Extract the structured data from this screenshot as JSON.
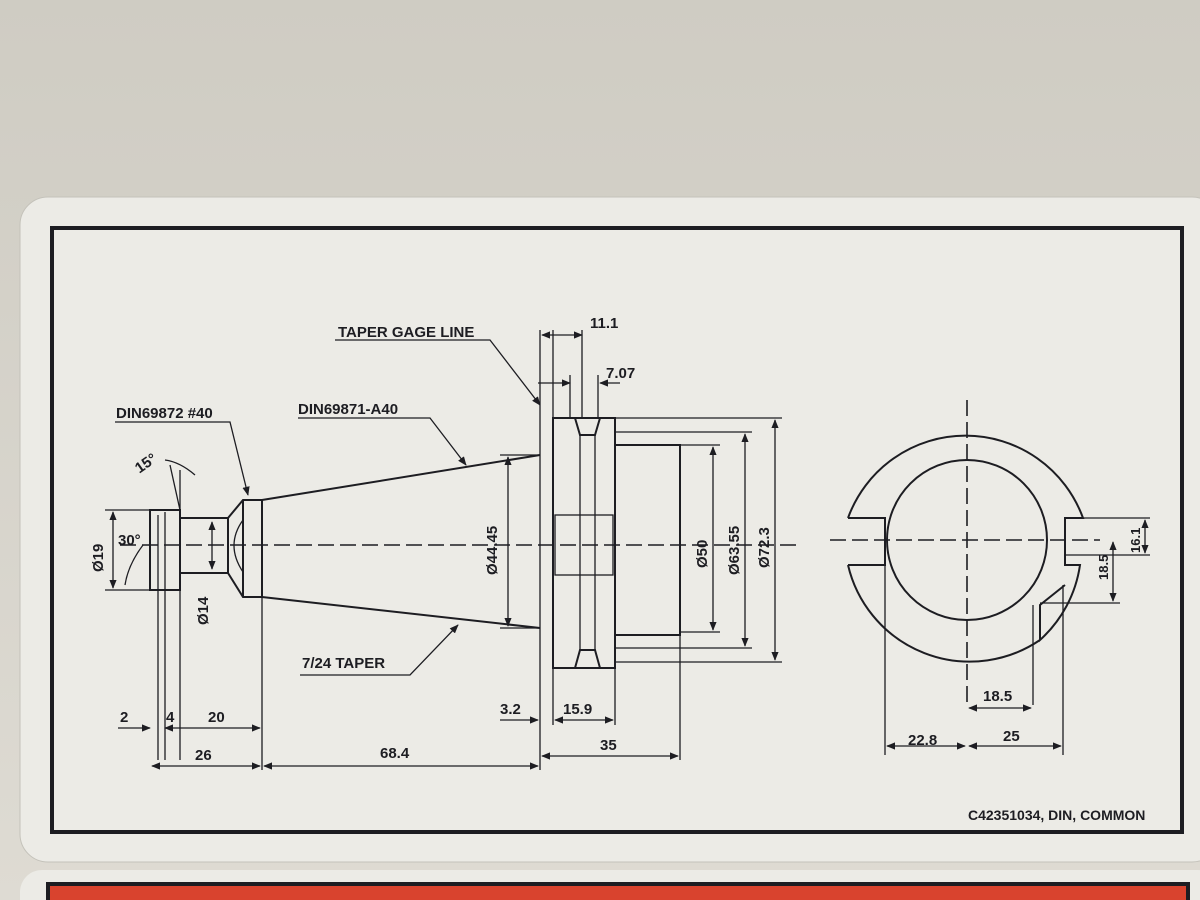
{
  "labels": {
    "taper_gage_line": "TAPER GAGE LINE",
    "din69872": "DIN69872 #40",
    "din69871": "DIN69871-A40",
    "taper": "7/24 TAPER",
    "part_code": "C42351034, DIN, COMMON"
  },
  "dimensions": {
    "angle_15": "15°",
    "angle_30": "30°",
    "d19": "Ø19",
    "d14": "Ø14",
    "d44": "Ø44.45",
    "d50": "Ø50",
    "d63": "Ø63.55",
    "d72": "Ø72.3",
    "l11": "11.1",
    "l7": "7.07",
    "l2": "2",
    "l4": "4",
    "l20": "20",
    "l26": "26",
    "l68": "68.4",
    "l3": "3.2",
    "l15": "15.9",
    "l35": "35",
    "l16": "16.1",
    "l18v": "18.5",
    "l18h": "18.5",
    "l22": "22.8",
    "l25": "25"
  },
  "colors": {
    "label_bg": "#ecebe6",
    "ink": "#1d1d22",
    "warning_red": "#d9432e"
  }
}
